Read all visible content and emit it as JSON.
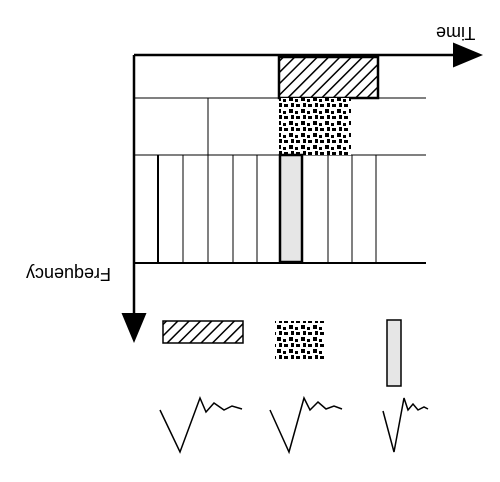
{
  "labels": {
    "time": "Time",
    "frequency": "Frequency"
  },
  "colors": {
    "line": "#000000",
    "background": "#ffffff",
    "highlight_fill": "#e6e6e6"
  },
  "patterns": [
    "hatched",
    "dotted",
    "light-gray"
  ]
}
